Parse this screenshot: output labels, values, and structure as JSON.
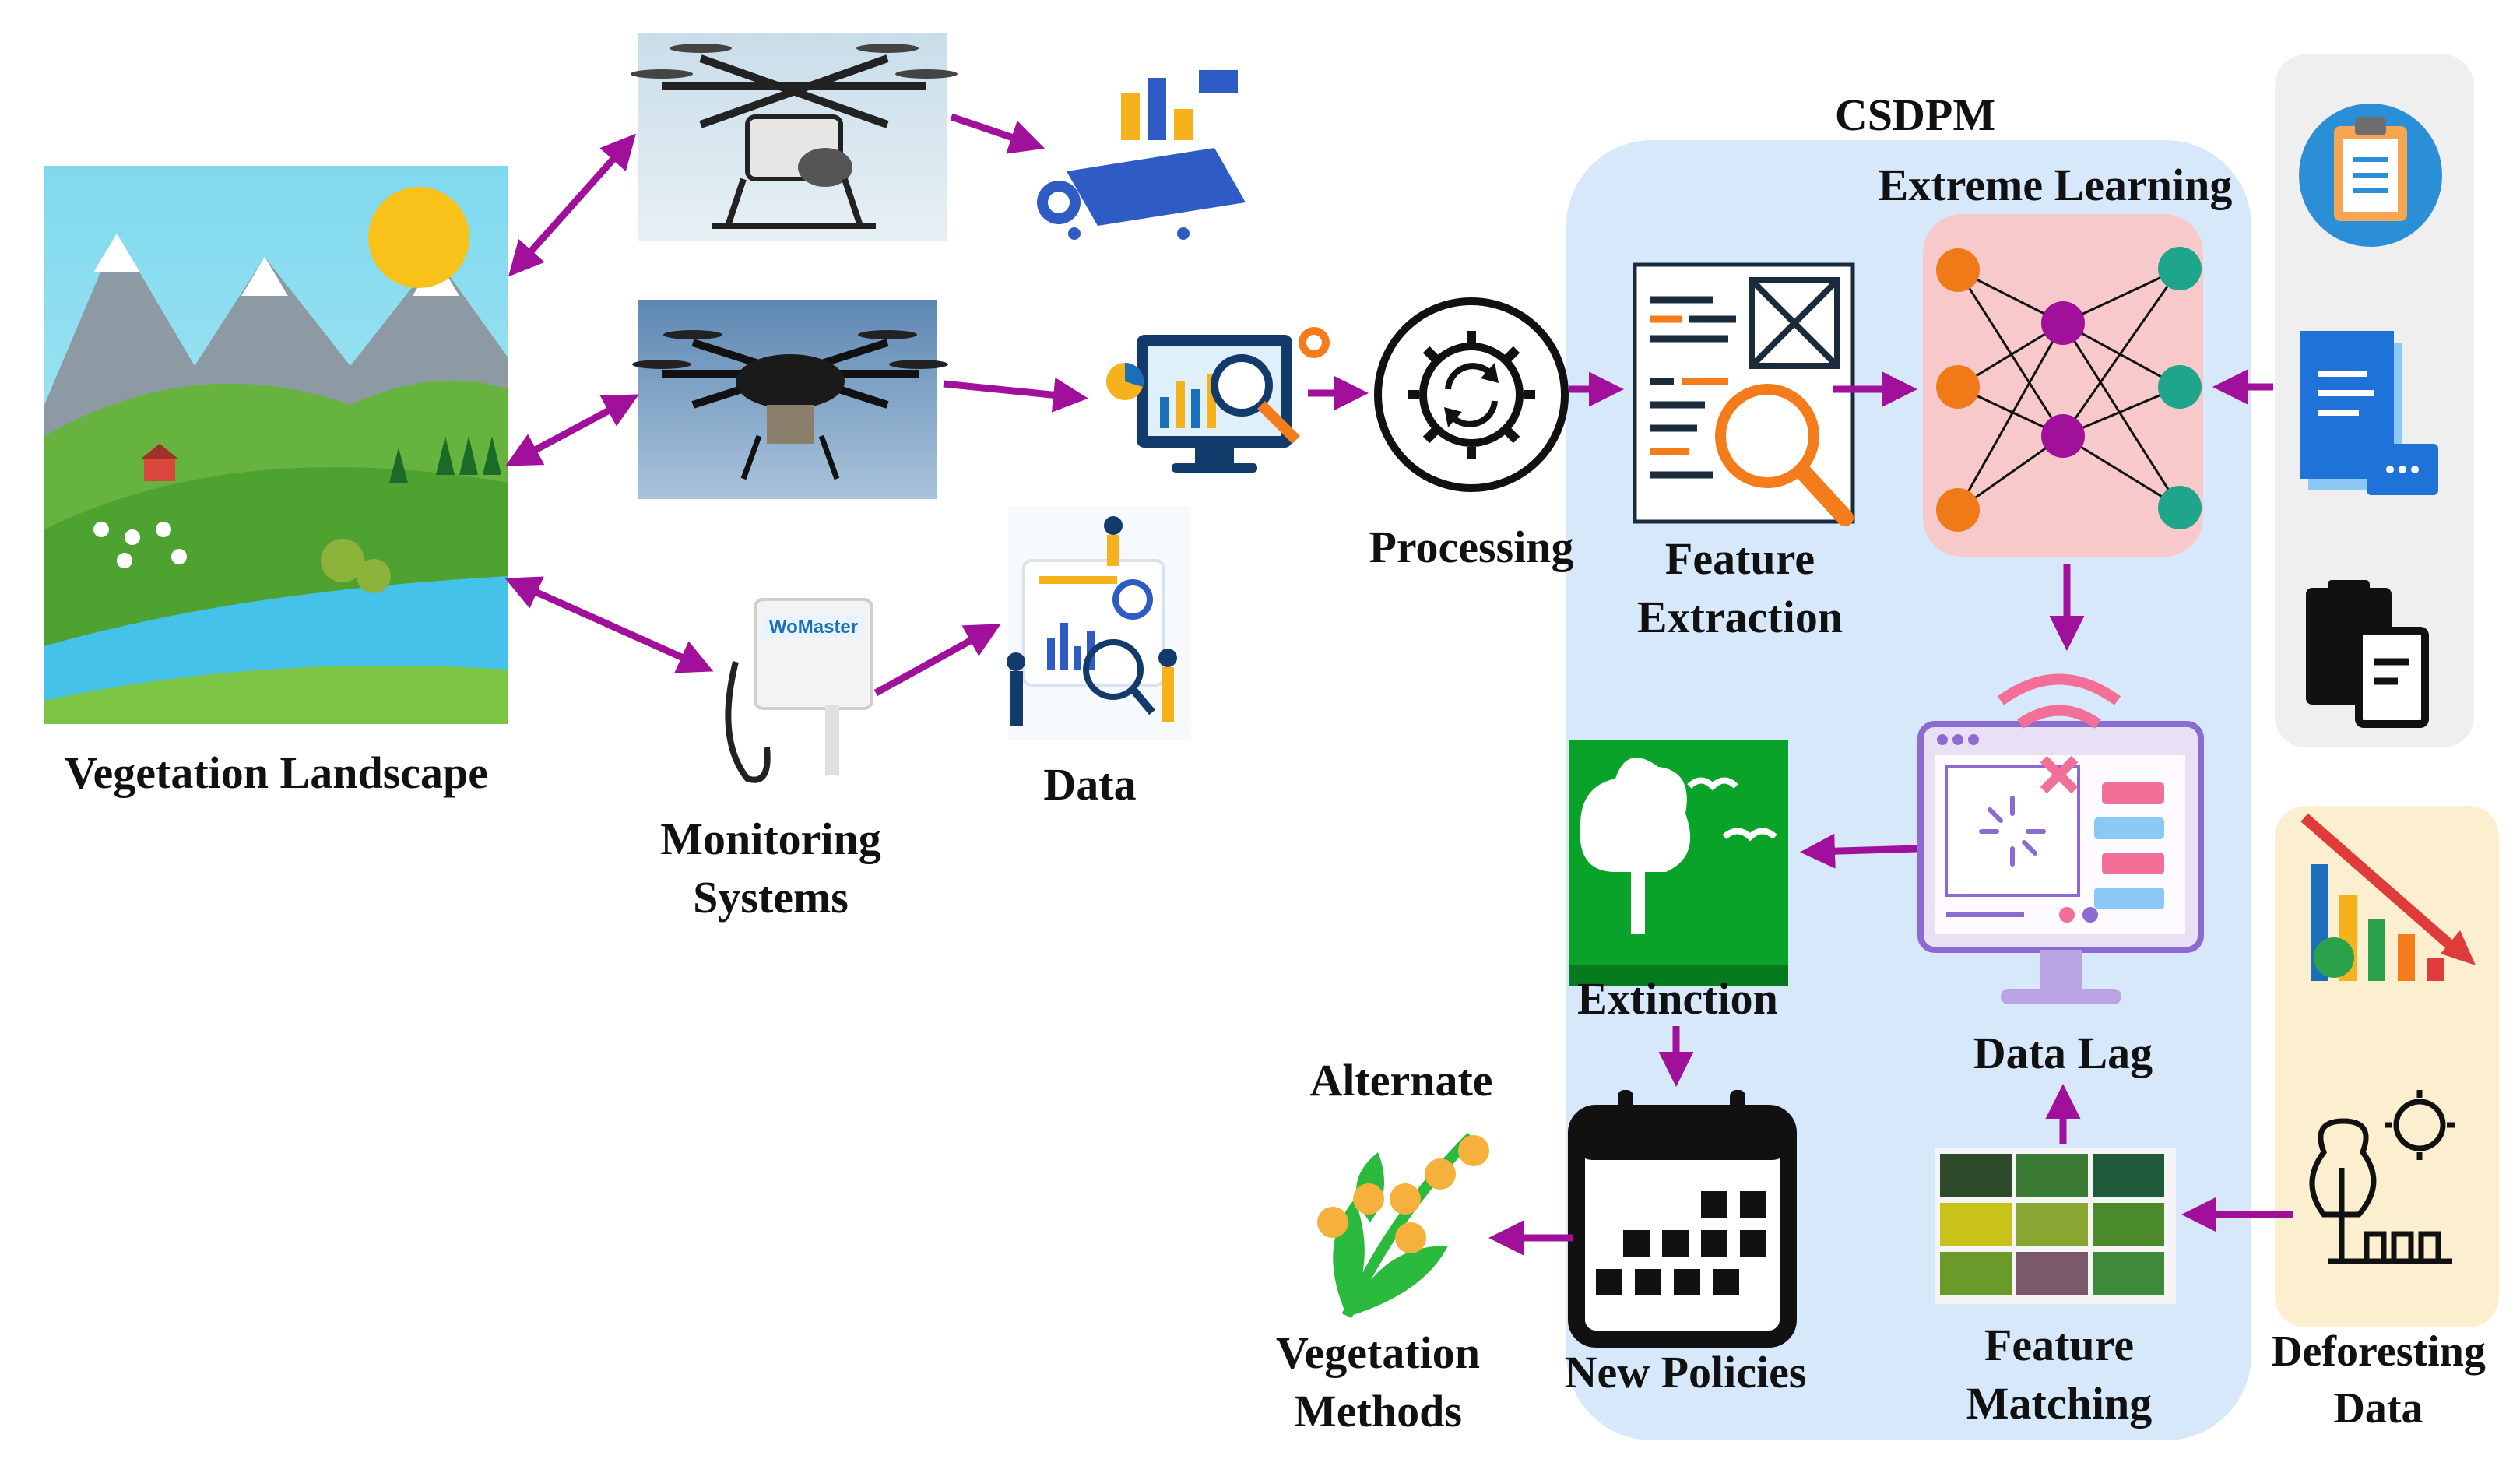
{
  "labels": {
    "vegetation_landscape": "Vegetation Landscape",
    "monitoring_1": "Monitoring",
    "monitoring_2": "Systems",
    "data": "Data",
    "processing": "Processing",
    "csdpm": "CSDPM",
    "extreme_learning": "Extreme Learning",
    "feature_extraction_1": "Feature",
    "feature_extraction_2": "Extraction",
    "extinction": "Extinction",
    "data_lag": "Data Lag",
    "alternate": "Alternate",
    "vegetation_methods_1": "Vegetation",
    "vegetation_methods_2": "Methods",
    "new_policies": "New Policies",
    "feature_matching_1": "Feature",
    "feature_matching_2": "Matching",
    "deforesting_1": "Deforesting",
    "deforesting_2": "Data",
    "sensor_brand": "WoMaster"
  },
  "colors": {
    "arrow": "#a0109a",
    "csdpm_panel": "#d6e8fa",
    "nn_panel": "#f7c9cb",
    "nn_input": "#f07a18",
    "nn_hidden": "#a0109a",
    "nn_output": "#1fa58c",
    "right_panel_top": "#efefef",
    "right_panel_bottom": "#fbefcf",
    "extinction_green": "#0aa329"
  }
}
